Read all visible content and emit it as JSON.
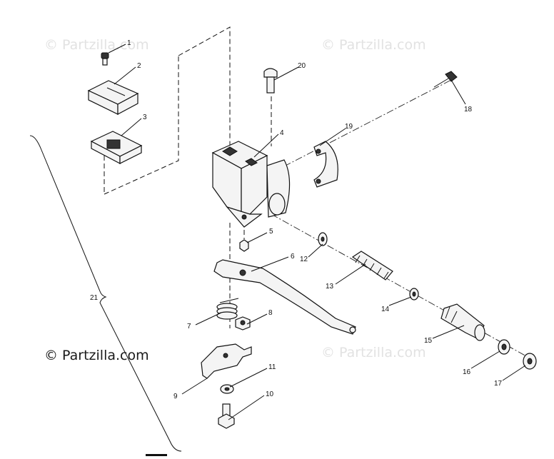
{
  "watermarks": [
    {
      "id": "wm-top-left",
      "text": "© Partzilla.com",
      "style": "light"
    },
    {
      "id": "wm-top-right",
      "text": "© Partzilla.com",
      "style": "light"
    },
    {
      "id": "wm-bottom-left",
      "text": "© Partzilla.com",
      "style": "dark"
    },
    {
      "id": "wm-bottom-right",
      "text": "© Partzilla.com",
      "style": "light"
    }
  ],
  "callouts": [
    {
      "label": "1"
    },
    {
      "label": "2"
    },
    {
      "label": "3"
    },
    {
      "label": "4"
    },
    {
      "label": "5"
    },
    {
      "label": "6"
    },
    {
      "label": "7"
    },
    {
      "label": "8"
    },
    {
      "label": "9"
    },
    {
      "label": "10"
    },
    {
      "label": "11"
    },
    {
      "label": "12"
    },
    {
      "label": "13"
    },
    {
      "label": "14"
    },
    {
      "label": "15"
    },
    {
      "label": "16"
    },
    {
      "label": "17"
    },
    {
      "label": "18"
    },
    {
      "label": "19"
    },
    {
      "label": "20"
    },
    {
      "label": "21"
    }
  ]
}
